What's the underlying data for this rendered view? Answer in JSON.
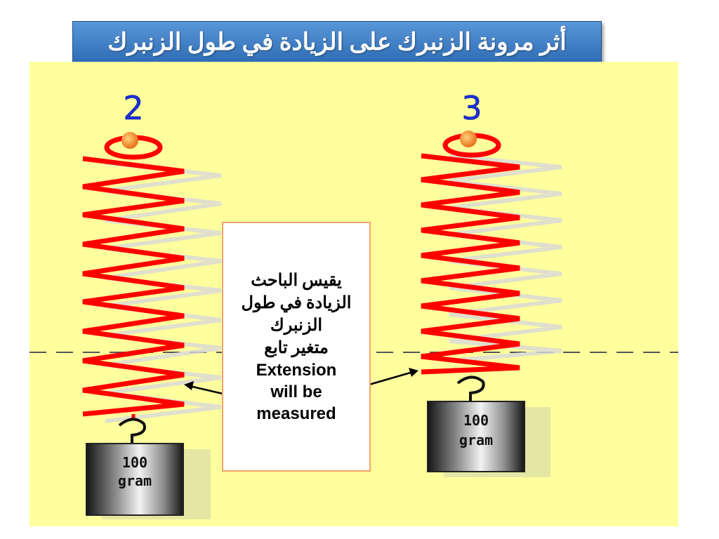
{
  "title": "أثر مرونة الزنبرك على الزيادة في طول الزنبرك",
  "springs": [
    {
      "number": "2",
      "weight_value": "100",
      "weight_unit": "gram"
    },
    {
      "number": "3",
      "weight_value": "100",
      "weight_unit": "gram"
    }
  ],
  "callout": {
    "ar_line1": "يقيس الباحث",
    "ar_line2": "الزيادة في طول",
    "ar_line3": "الزنبرك",
    "ar_line4": "متغير تابع",
    "en_line1": "Extension",
    "en_line2": "will be",
    "en_line3": "measured"
  },
  "colors": {
    "title_bg": "#3b7dc8",
    "panel_bg": "#ffff9e",
    "spring": "#ff0000",
    "number": "#1a2fe0",
    "callout_border": "#f0a36a"
  }
}
